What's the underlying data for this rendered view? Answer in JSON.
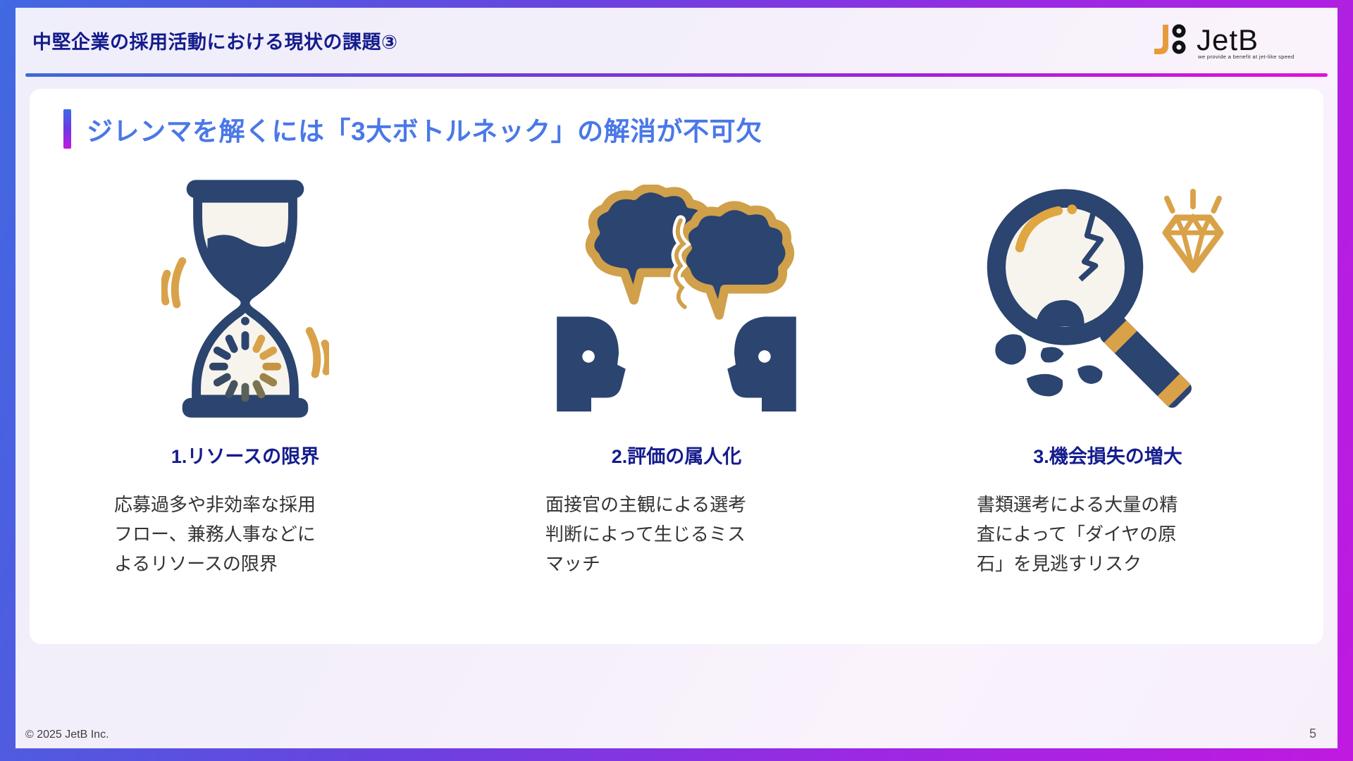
{
  "header": {
    "title": "中堅企業の採用活動における現状の課題③",
    "logo": {
      "mark_letter": "J",
      "wordmark": "JetB",
      "tagline": "we provide a benefit at jet-like speed"
    }
  },
  "section": {
    "heading": "ジレンマを解くには「3大ボトルネック」の解消が不可欠"
  },
  "columns": [
    {
      "illustration": "hourglass-icon",
      "title": "1.リソースの限界",
      "body": "応募過多や非効率な採用\nフロー、兼務人事などに\nよるリソースの限界"
    },
    {
      "illustration": "speech-bubbles-conflict-icon",
      "title": "2.評価の属人化",
      "body": "面接官の主観による選考\n判断によって生じるミス\nマッチ"
    },
    {
      "illustration": "cracked-magnifier-diamond-icon",
      "title": "3.機会損失の増大",
      "body": "書類選考による大量の精\n査によって「ダイヤの原\n石」を見逃すリスク"
    }
  ],
  "footer": {
    "copyright": "© 2025 JetB Inc.",
    "page_number": "5"
  },
  "colors": {
    "frame_start": "#4169E1",
    "frame_end": "#C019E0",
    "header_title": "#141C8C",
    "section_title": "#4A78E8",
    "illus_navy": "#2B4470",
    "illus_gold": "#D9A249",
    "illus_cream": "#F7F4ED"
  }
}
